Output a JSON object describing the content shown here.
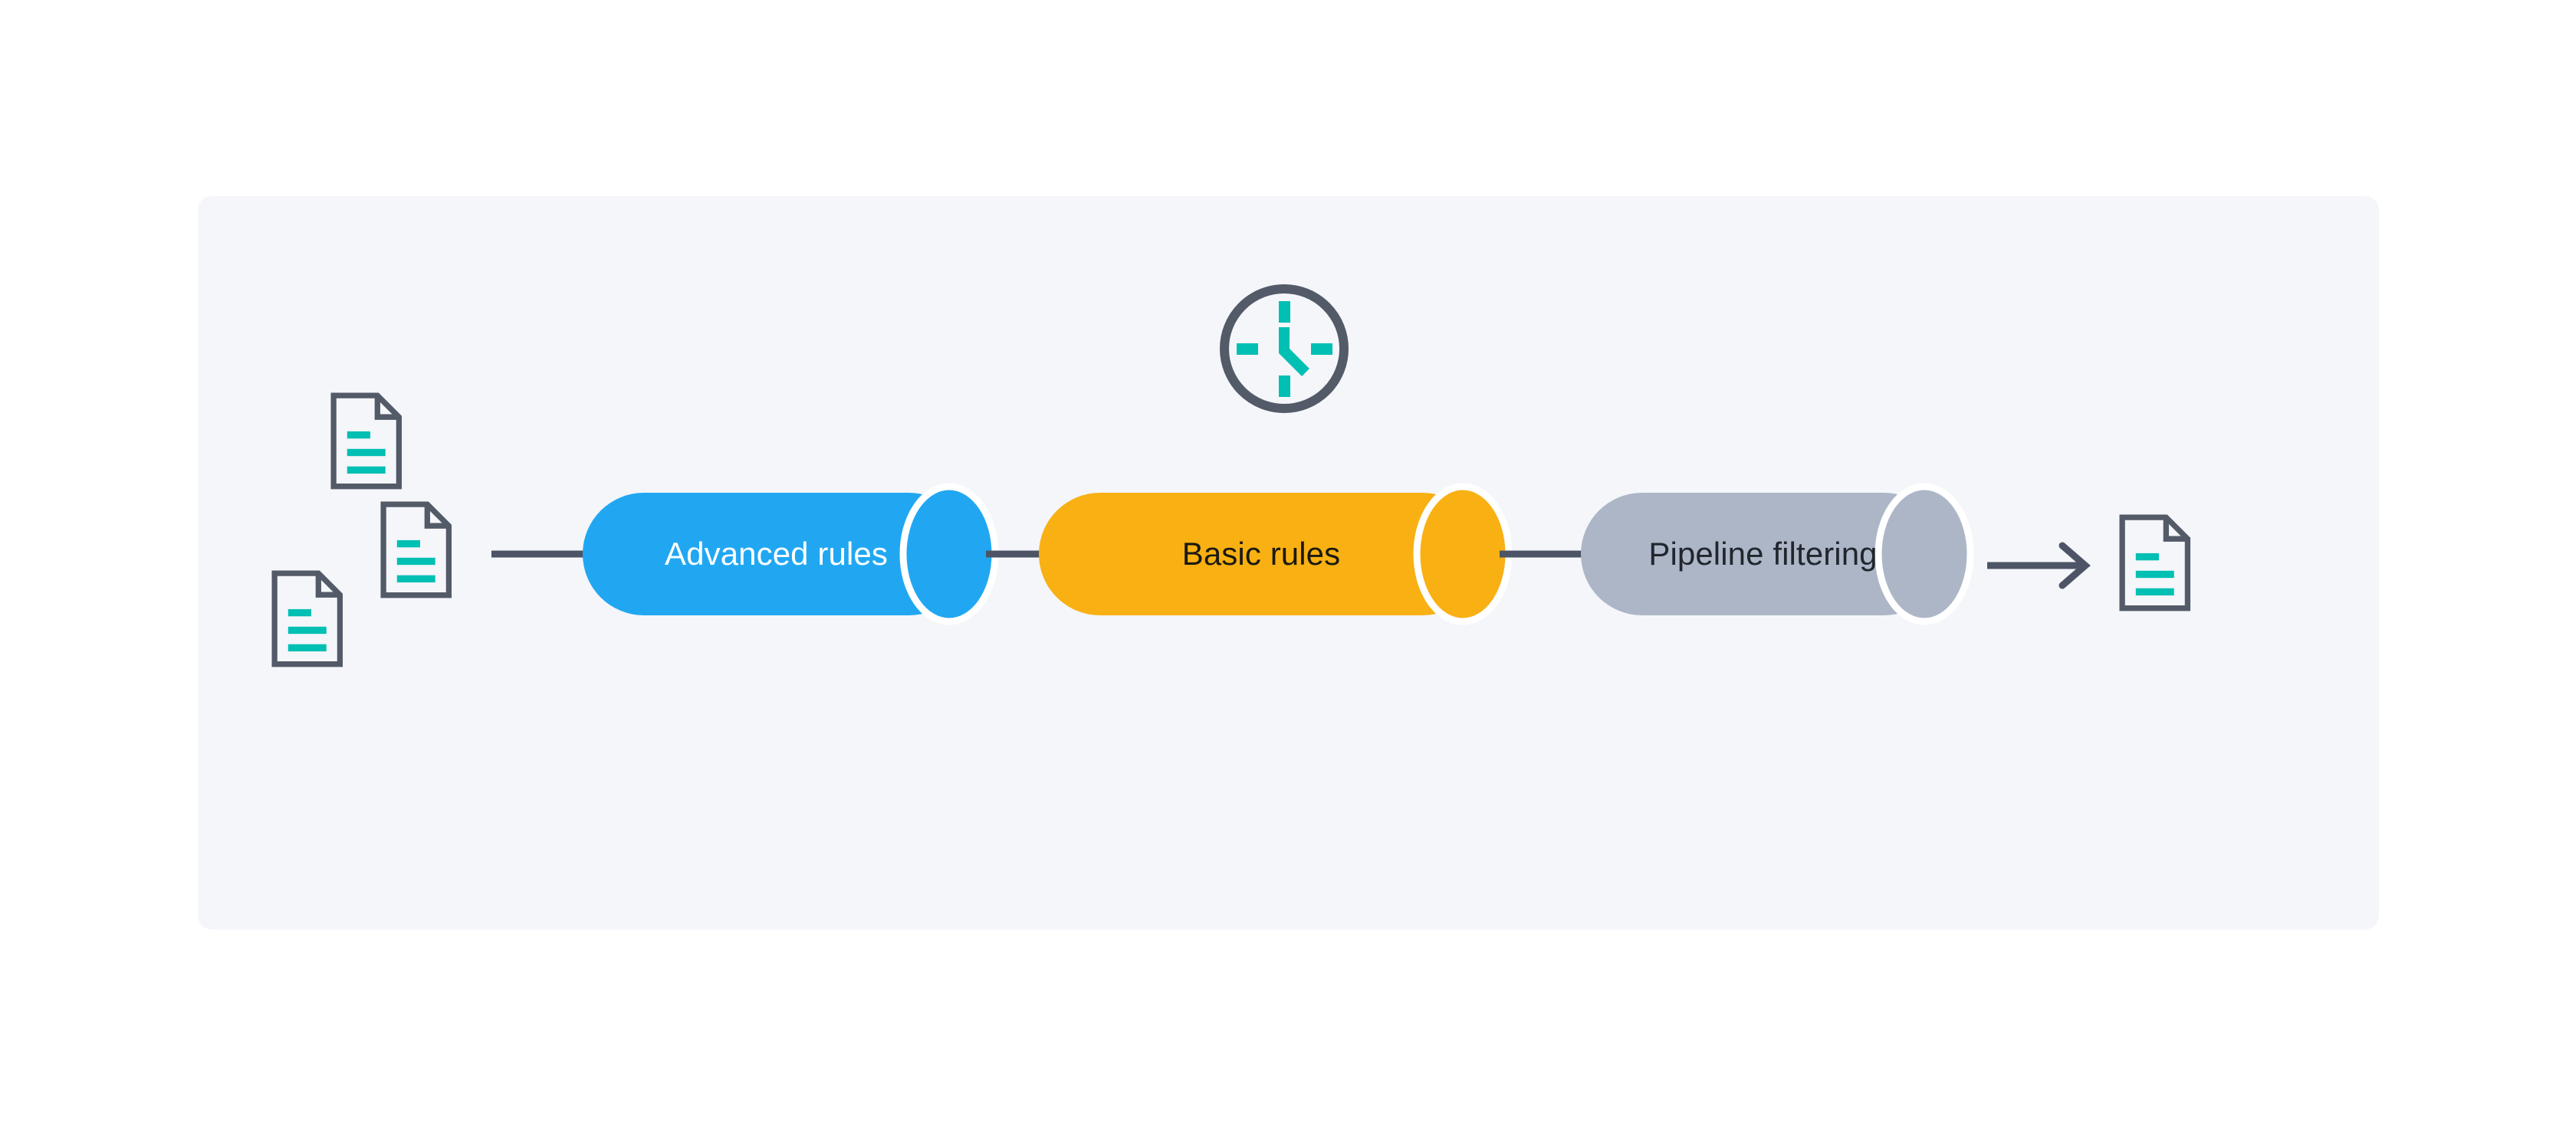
{
  "panel": {
    "background_color": "#F4F6FA",
    "page_background_color": "#FFFFFF"
  },
  "palette": {
    "doc_outline": "#535A68",
    "doc_fill": "#F4F6FA",
    "doc_lines": "#00BFB3",
    "connector": "#4C5466",
    "clock_ring": "#535A68",
    "clock_hands": "#00BFB3",
    "stage_blue": "#21A7F2",
    "stage_orange": "#F9B013",
    "stage_gray": "#ADB6C7",
    "cap_stroke": "#FFFFFF"
  },
  "diagram": {
    "type": "pipeline-flow",
    "title": "",
    "input_documents": [
      {
        "name": "input-document-top",
        "line_count": 3
      },
      {
        "name": "input-document-middle",
        "line_count": 3
      },
      {
        "name": "input-document-bottom",
        "line_count": 3
      }
    ],
    "stages": [
      {
        "id": "advanced-rules",
        "label": "Advanced rules",
        "color": "#21A7F2",
        "text_color": "#FFFFFF"
      },
      {
        "id": "basic-rules",
        "label": "Basic rules",
        "color": "#F9B013",
        "text_color": "#1A1A10"
      },
      {
        "id": "pipeline-filtering",
        "label": "Pipeline filtering",
        "color": "#ADB6C7",
        "text_color": "#21262E"
      }
    ],
    "output_documents": [
      {
        "name": "output-document",
        "line_count": 3
      }
    ],
    "annotations": {
      "clock": {
        "name": "clock-icon",
        "ring_color": "#535A68",
        "hand_color": "#00BFB3",
        "tick_positions": [
          "12",
          "3",
          "6",
          "9"
        ],
        "minute_hand": "12",
        "hour_hand": "4:30"
      }
    },
    "connectors": [
      {
        "from": "input-documents",
        "to": "advanced-rules",
        "arrowhead": false
      },
      {
        "from": "advanced-rules",
        "to": "basic-rules",
        "arrowhead": false
      },
      {
        "from": "basic-rules",
        "to": "pipeline-filtering",
        "arrowhead": false
      },
      {
        "from": "pipeline-filtering",
        "to": "output-document",
        "arrowhead": true
      }
    ]
  }
}
